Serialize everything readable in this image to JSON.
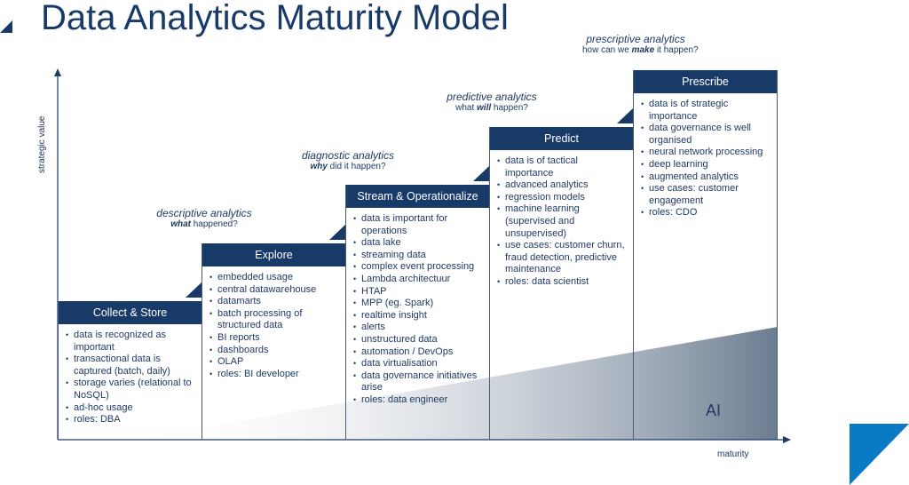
{
  "title": "Data Analytics Maturity Model",
  "axes": {
    "y_label": "strategic value",
    "x_label": "maturity"
  },
  "ai_label": "AI",
  "stages": [
    {
      "header": "Collect & Store",
      "analytics": "descriptive analytics",
      "q_pre": "",
      "q_em": "what",
      "q_post": " happened?",
      "items": [
        "data is recognized as important",
        "transactional data is captured (batch, daily)",
        "storage varies (relational to NoSQL)",
        "ad-hoc usage",
        "roles: DBA"
      ]
    },
    {
      "header": "Explore",
      "analytics": "diagnostic analytics",
      "q_pre": "",
      "q_em": "why",
      "q_post": " did it happen?",
      "items": [
        "embedded usage",
        "central datawarehouse",
        "datamarts",
        "batch processing of structured data",
        "BI reports",
        "dashboards",
        "OLAP",
        "roles: BI developer"
      ]
    },
    {
      "header": "Stream & Operationalize",
      "analytics": "predictive analytics",
      "q_pre": "what ",
      "q_em": "will",
      "q_post": " happen?",
      "items": [
        "data is important for operations",
        "data lake",
        "streaming data",
        "complex event processing",
        "Lambda architectuur",
        "HTAP",
        "MPP (eg. Spark)",
        "realtime insight",
        "alerts",
        "unstructured data",
        "automation / DevOps",
        "data virtualisation",
        "data governance initiatives arise",
        "roles: data engineer"
      ]
    },
    {
      "header": "Predict",
      "analytics": "prescriptive analytics",
      "q_pre": "how can we ",
      "q_em": "make",
      "q_post": " it happen?",
      "items": [
        "data is of tactical importance",
        "advanced analytics",
        "regression models",
        "machine learning (supervised and unsupervised)",
        "use cases: customer churn, fraud detection, predictive maintenance",
        "roles: data scientist"
      ]
    },
    {
      "header": "Prescribe",
      "items": [
        "data is of strategic importance",
        "data governance is well organised",
        "neural network processing",
        "deep learning",
        "augmented analytics",
        "use cases: customer engagement",
        "roles: CDO"
      ]
    }
  ]
}
